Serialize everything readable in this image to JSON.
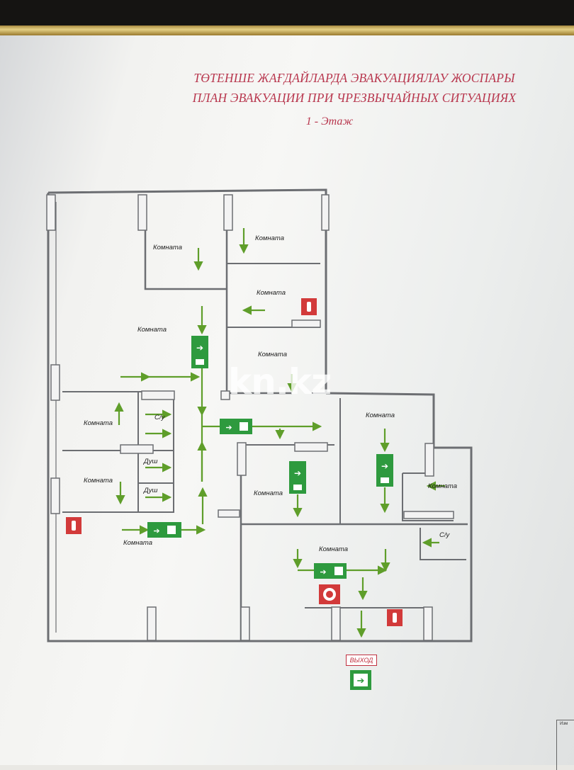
{
  "title_kz": "ТӨТЕНШЕ ЖАҒДАЙЛАРДА ЭВАКУАЦИЯЛАУ ЖОСПАРЫ",
  "title_ru": "ПЛАН ЭВАКУАЦИИ ПРИ ЧРЕЗВЫЧАЙНЫХ СИТУАЦИЯХ",
  "floor": "1 - Этаж",
  "labels": {
    "room": "Комната",
    "wc": "С/у",
    "shower": "Душ",
    "exit": "ВЫХОД"
  },
  "watermark": "kn.kz",
  "stamp": "Изм",
  "colors": {
    "title": "#b8374e",
    "arrow": "#5f9e2a",
    "exit_sign": "#2e9a3e",
    "extinguisher": "#d23a3a",
    "wall": "#6c6e72"
  },
  "icons": [
    "running-man-icon",
    "fire-extinguisher-icon",
    "fire-alarm-icon"
  ]
}
